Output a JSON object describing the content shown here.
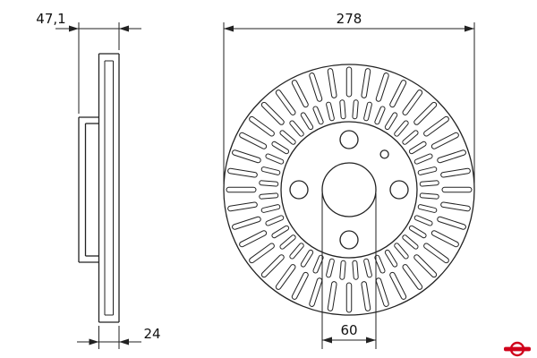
{
  "colors": {
    "line": "#222222",
    "background": "#ffffff",
    "logo_red": "#d0021b"
  },
  "cross_section_view": {
    "overall_width_label": "47,1",
    "disc_thickness_label": "24"
  },
  "front_view": {
    "outer_diameter_label": "278",
    "center_bore_label": "60",
    "bolt_hole_count": 4,
    "vent_slot_rows": {
      "outer": {
        "count": 40
      },
      "inner": {
        "count": 40
      }
    }
  }
}
